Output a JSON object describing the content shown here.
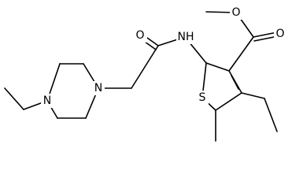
{
  "molecule": {
    "atoms": {
      "N_piperazine_ethyl": "N",
      "N_piperazine_acyl": "N",
      "O_carbonyl_amide": "O",
      "N_amide": "NH",
      "O_carbonyl_ester": "O",
      "O_ester_methoxy": "O",
      "S_thiophene": "S"
    }
  },
  "colors": {
    "bond": "#000000",
    "label": "#000000",
    "background": "#ffffff"
  }
}
